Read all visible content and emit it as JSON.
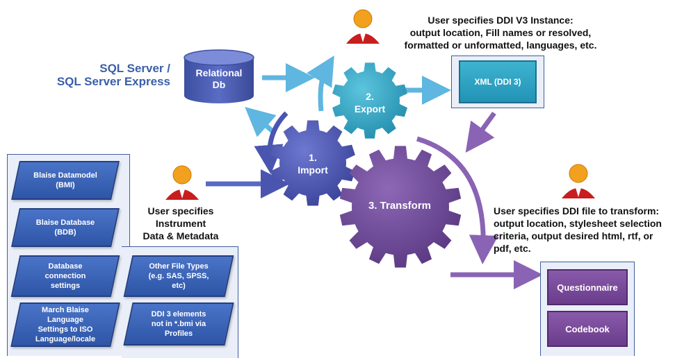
{
  "data_source": {
    "server_line1": "SQL Server /",
    "server_line2": "SQL Server Express",
    "db_line1": "Relational",
    "db_line2": "Db"
  },
  "gears": {
    "import_num": "1.",
    "import_label": "Import",
    "export_num": "2.",
    "export_label": "Export",
    "transform_label": "3. Transform"
  },
  "export_note": {
    "line1": "User specifies DDI V3 Instance:",
    "line2": "output location,  Fill names or resolved,",
    "line3": "formatted or unformatted, languages, etc."
  },
  "xml_box": "XML (DDI 3)",
  "import_note": {
    "line1": "User specifies",
    "line2": "Instrument",
    "line3": "Data & Metadata"
  },
  "transform_note": {
    "line1": "User specifies DDI file to transform:",
    "line2": "output location,  stylesheet selection",
    "line3": "criteria, output desired html, rtf, or",
    "line4": "pdf, etc."
  },
  "inputs": [
    "Blaise Datamodel\n(BMI)",
    "Blaise Database\n(BDB)",
    "Database\nconnection\nsettings",
    "March Blaise\nLanguage\nSettings  to ISO\nLanguage/locale",
    "Other File Types\n(e.g. SAS, SPSS,\netc)",
    "DDI 3 elements\nnot in *.bmi via\nProfiles"
  ],
  "outputs": [
    "Questionnaire",
    "Codebook"
  ],
  "colors": {
    "import_gear": "#4a55b0",
    "export_gear": "#34a6c4",
    "transform_gear": "#6f4a99",
    "arrow_blue": "#5fb6e0",
    "arrow_purple": "#8a63b4",
    "input_shape": "#3a63b8",
    "output_box": "#7a4a9c"
  },
  "icons": [
    "user-icon",
    "database-icon",
    "gear-icon"
  ]
}
